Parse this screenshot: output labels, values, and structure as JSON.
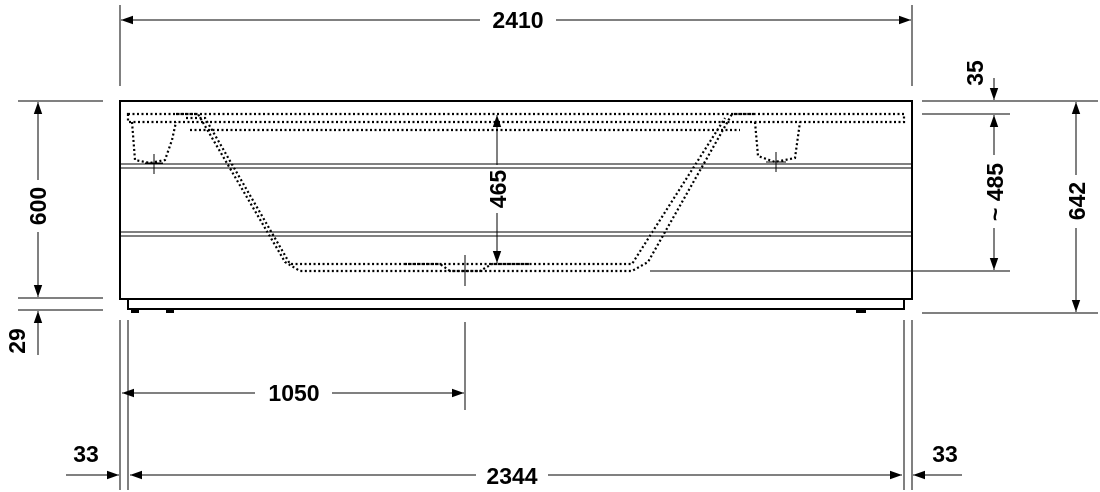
{
  "dimensions": {
    "total_length": "2410",
    "rim_height": "35",
    "height_600": "600",
    "inner_depth": "465",
    "water_depth": "~ 485",
    "total_height": "642",
    "foot_height": "29",
    "offset_1050": "1050",
    "side_left": "33",
    "inner_length": "2344",
    "side_right": "33"
  }
}
